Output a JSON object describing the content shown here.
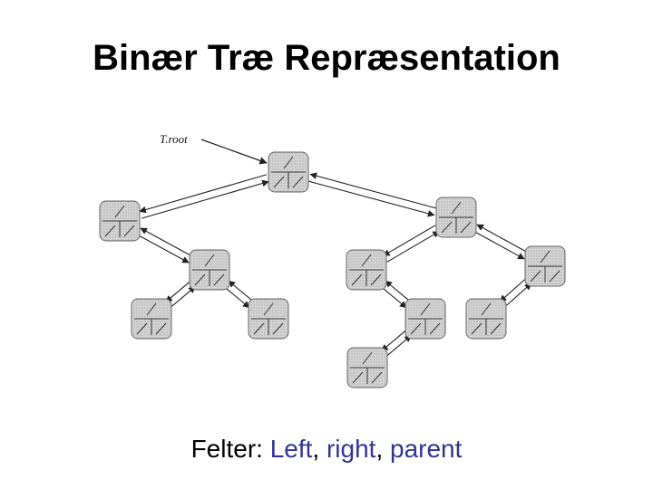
{
  "title": "Binær Træ Repræsentation",
  "root_label": "T.root",
  "footer": {
    "prefix": "Felter: ",
    "fields": [
      "Left",
      "right",
      "parent"
    ],
    "separator": ", "
  },
  "colors": {
    "node_fill": "#cfcfcf",
    "node_border": "#666666",
    "line": "#222222",
    "field_highlight": "#333399"
  },
  "tree": {
    "nodes": [
      "n0",
      "n1",
      "n2",
      "n3",
      "n4",
      "n5",
      "n6",
      "n7",
      "n8",
      "n9",
      "n10",
      "n11"
    ],
    "edges": [
      [
        "n0",
        "n1"
      ],
      [
        "n0",
        "n2"
      ],
      [
        "n1",
        "n3"
      ],
      [
        "n3",
        "n4"
      ],
      [
        "n3",
        "n5"
      ],
      [
        "n2",
        "n6"
      ],
      [
        "n2",
        "n7"
      ],
      [
        "n6",
        "n8"
      ],
      [
        "n8",
        "n9"
      ],
      [
        "n7",
        "n10"
      ]
    ]
  }
}
